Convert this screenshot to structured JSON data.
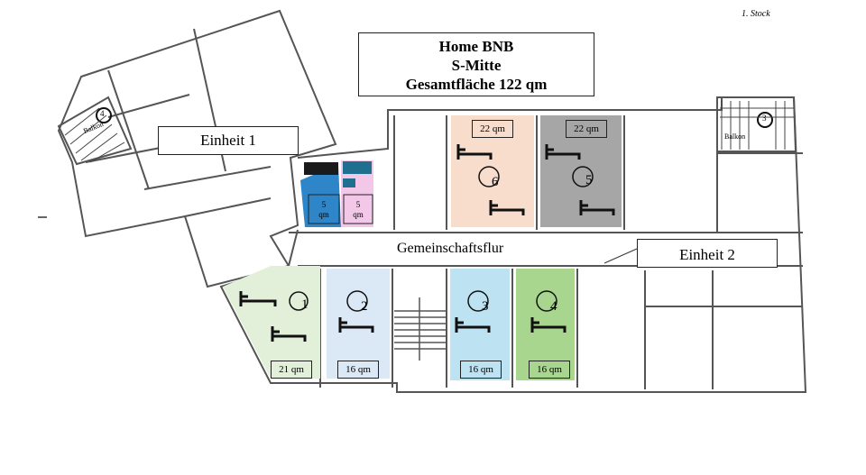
{
  "title": {
    "line1": "Home BNB",
    "line2": "S-Mitte",
    "line3": "Gesamtfläche 122 qm"
  },
  "corner_note": "1. Stock",
  "units": {
    "unit1": "Einheit 1",
    "unit2": "Einheit 2"
  },
  "corridor": "Gemeinschaftsflur",
  "balconies": {
    "left_label": "Balkon",
    "left_number": "4",
    "right_label": "Balkon",
    "right_number": "3"
  },
  "rooms": [
    {
      "id": "room-1",
      "number": "1",
      "area": "21 qm",
      "color": "#e2f0d9"
    },
    {
      "id": "room-2",
      "number": "2",
      "area": "16 qm",
      "color": "#dbe8f5"
    },
    {
      "id": "room-3",
      "number": "3",
      "area": "16 qm",
      "color": "#bde3f2"
    },
    {
      "id": "room-4",
      "number": "4",
      "area": "16 qm",
      "color": "#a8d68f"
    },
    {
      "id": "room-5",
      "number": "5",
      "area": "22 qm",
      "color": "#a6a6a6"
    },
    {
      "id": "room-6",
      "number": "6",
      "area": "22 qm",
      "color": "#f8dccc"
    }
  ],
  "bathrooms": [
    {
      "id": "bath-blue",
      "area_line1": "5",
      "area_line2": "qm",
      "color": "#2e86c9"
    },
    {
      "id": "bath-pink",
      "area_line1": "5",
      "area_line2": "qm",
      "color": "#f3c7e8"
    }
  ]
}
